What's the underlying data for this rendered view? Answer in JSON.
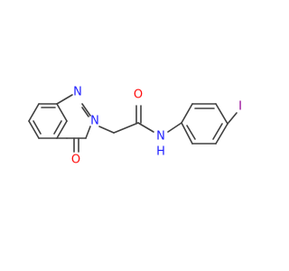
{
  "molecule": {
    "atoms": [
      {
        "id": "N1",
        "label": "N",
        "color": "#2020ff"
      },
      {
        "id": "N3",
        "label": "N",
        "color": "#2020ff"
      },
      {
        "id": "O4",
        "label": "O",
        "color": "#ff0d0d"
      },
      {
        "id": "O_amide",
        "label": "O",
        "color": "#ff0d0d"
      },
      {
        "id": "NH_amide",
        "label": "N",
        "color": "#2020ff"
      },
      {
        "id": "H_amide",
        "label": "H",
        "color": "#2020ff"
      },
      {
        "id": "I",
        "label": "I",
        "color": "#940094"
      }
    ],
    "bond_color": "#404040",
    "background": "#ffffff"
  }
}
